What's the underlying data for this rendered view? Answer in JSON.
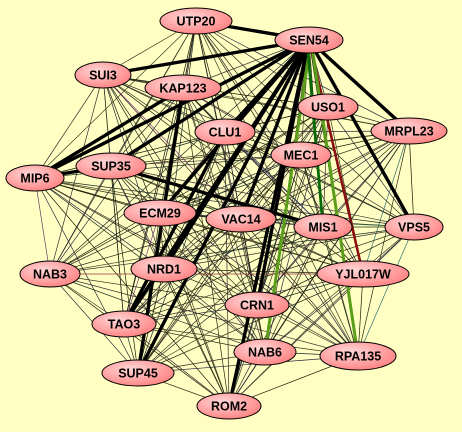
{
  "colors": {
    "background": "#ffffc4",
    "node_fill": "#ff8080",
    "node_highlight": "#ffd6d6",
    "node_stroke": "#000000"
  },
  "nodes": [
    {
      "id": "UTP20",
      "label": "UTP20"
    },
    {
      "id": "SEN54",
      "label": "SEN54"
    },
    {
      "id": "SUI3",
      "label": "SUI3"
    },
    {
      "id": "KAP123",
      "label": "KAP123"
    },
    {
      "id": "USO1",
      "label": "USO1"
    },
    {
      "id": "MRPL23",
      "label": "MRPL23"
    },
    {
      "id": "CLU1",
      "label": "CLU1"
    },
    {
      "id": "MEC1",
      "label": "MEC1"
    },
    {
      "id": "MIP6",
      "label": "MIP6"
    },
    {
      "id": "SUP35",
      "label": "SUP35"
    },
    {
      "id": "ECM29",
      "label": "ECM29"
    },
    {
      "id": "VAC14",
      "label": "VAC14"
    },
    {
      "id": "MIS1",
      "label": "MIS1"
    },
    {
      "id": "VPS5",
      "label": "VPS5"
    },
    {
      "id": "NAB3",
      "label": "NAB3"
    },
    {
      "id": "NRD1",
      "label": "NRD1"
    },
    {
      "id": "YJL017W",
      "label": "YJL017W"
    },
    {
      "id": "CRN1",
      "label": "CRN1"
    },
    {
      "id": "TAO3",
      "label": "TAO3"
    },
    {
      "id": "NAB6",
      "label": "NAB6"
    },
    {
      "id": "RPA135",
      "label": "RPA135"
    },
    {
      "id": "SUP45",
      "label": "SUP45"
    },
    {
      "id": "ROM2",
      "label": "ROM2"
    }
  ],
  "edges_highlight": [
    {
      "source": "SEN54",
      "target": "SUP45",
      "kind": "thick"
    },
    {
      "source": "SEN54",
      "target": "TAO3",
      "kind": "thick"
    },
    {
      "source": "SEN54",
      "target": "NRD1",
      "kind": "thick"
    },
    {
      "source": "SEN54",
      "target": "MIP6",
      "kind": "thick"
    },
    {
      "source": "SEN54",
      "target": "SUI3",
      "kind": "thick"
    },
    {
      "source": "SEN54",
      "target": "CLU1",
      "kind": "thick"
    },
    {
      "source": "SEN54",
      "target": "UTP20",
      "kind": "thick"
    },
    {
      "source": "SEN54",
      "target": "ECM29",
      "kind": "thick"
    },
    {
      "source": "SEN54",
      "target": "SUP35",
      "kind": "thick"
    },
    {
      "source": "SEN54",
      "target": "MRPL23",
      "kind": "thick"
    },
    {
      "source": "SEN54",
      "target": "VPS5",
      "kind": "thick"
    },
    {
      "source": "SEN54",
      "target": "CRN1",
      "kind": "thick"
    },
    {
      "source": "SEN54",
      "target": "ROM2",
      "kind": "thick"
    },
    {
      "source": "SEN54",
      "target": "VAC14",
      "kind": "thick"
    },
    {
      "source": "SEN54",
      "target": "NAB6",
      "kind": "green"
    },
    {
      "source": "SEN54",
      "target": "MIS1",
      "kind": "darkgreen"
    },
    {
      "source": "SEN54",
      "target": "YJL017W",
      "kind": "red"
    },
    {
      "source": "SEN54",
      "target": "RPA135",
      "kind": "green"
    },
    {
      "source": "KAP123",
      "target": "SUP45",
      "kind": "thick"
    },
    {
      "source": "KAP123",
      "target": "MIP6",
      "kind": "thick"
    },
    {
      "source": "CLU1",
      "target": "TAO3",
      "kind": "thick"
    },
    {
      "source": "SUP35",
      "target": "MIS1",
      "kind": "thick"
    },
    {
      "source": "MIP6",
      "target": "SUP35",
      "kind": "thick"
    }
  ]
}
